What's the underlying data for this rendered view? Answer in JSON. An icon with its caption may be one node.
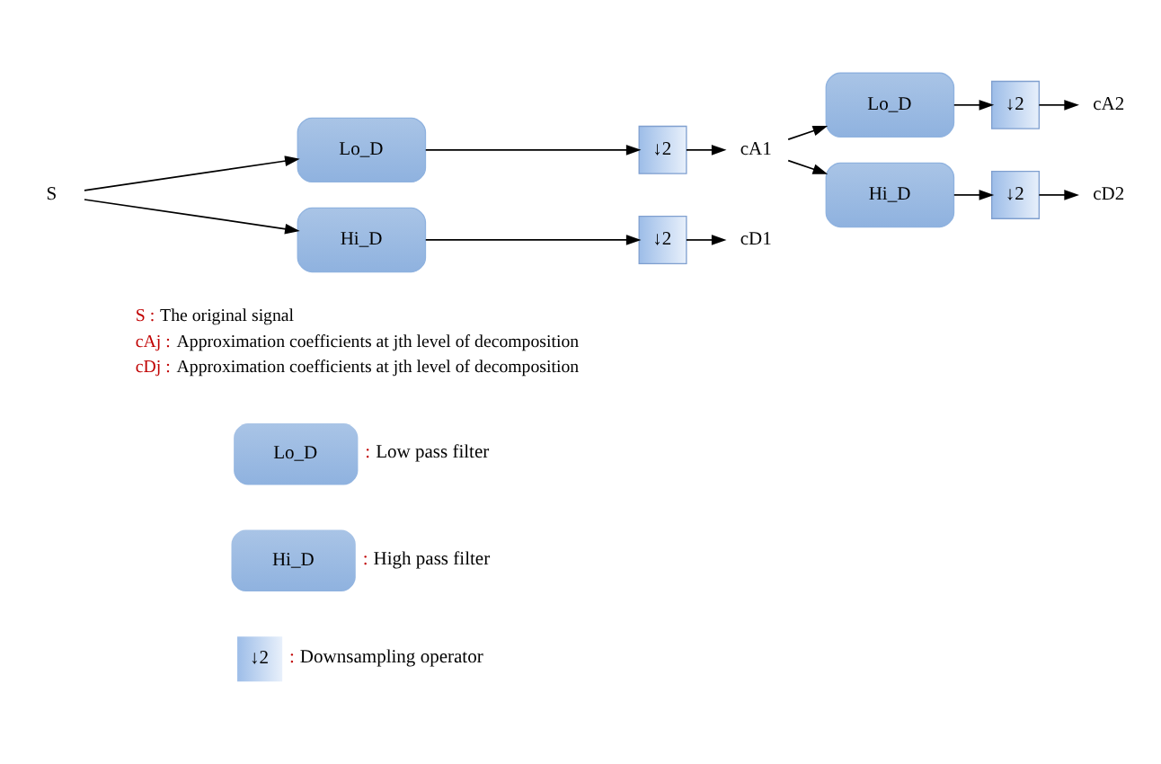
{
  "diagram": {
    "nodes": [
      {
        "text": [
          "S"
        ]
      },
      {
        "text": [
          "Lo_D"
        ]
      },
      {
        "text": [
          "↓2"
        ]
      },
      {
        "text": [
          "cA1"
        ]
      },
      {
        "text": [
          "Hi_D"
        ]
      },
      {
        "text": [
          "↓2"
        ]
      },
      {
        "text": [
          "cD1"
        ]
      },
      {
        "text": [
          "Lo_D"
        ]
      },
      {
        "text": [
          "↓2"
        ]
      },
      {
        "text": [
          "cA2"
        ]
      },
      {
        "text": [
          "Hi_D"
        ]
      },
      {
        "text": [
          "↓2"
        ]
      },
      {
        "text": [
          "cD2"
        ]
      },
      {
        "text": [
          "Lo_D"
        ],
        "beside": [
          ": Low pass filter"
        ]
      },
      {
        "text": [
          "Hi_D"
        ],
        "beside": [
          ": High pass filter"
        ]
      },
      {
        "text": [
          "↓2"
        ],
        "beside": [
          ": Downsampling operator"
        ]
      }
    ],
    "edges": [
      {
        "from": 0,
        "to": 1,
        "arrow": "to"
      },
      {
        "from": 0,
        "to": 4,
        "arrow": "to"
      },
      {
        "from": 1,
        "to": 2,
        "arrow": "to"
      },
      {
        "from": 2,
        "to": 3,
        "arrow": "to"
      },
      {
        "from": 4,
        "to": 5,
        "arrow": "to"
      },
      {
        "from": 5,
        "to": 6,
        "arrow": "to"
      },
      {
        "from": 3,
        "to": 7,
        "arrow": "to"
      },
      {
        "from": 3,
        "to": 10,
        "arrow": "to"
      },
      {
        "from": 7,
        "to": 8,
        "arrow": "to"
      },
      {
        "from": 8,
        "to": 9,
        "arrow": "to"
      },
      {
        "from": 10,
        "to": 11,
        "arrow": "to"
      },
      {
        "from": 11,
        "to": 12,
        "arrow": "to"
      }
    ],
    "labels": [
      "S : The original signal",
      "cAj : Approximation coefficients at jth level of decomposition",
      "cDj : Approximation coefficients at jth level of decomposition"
    ]
  }
}
